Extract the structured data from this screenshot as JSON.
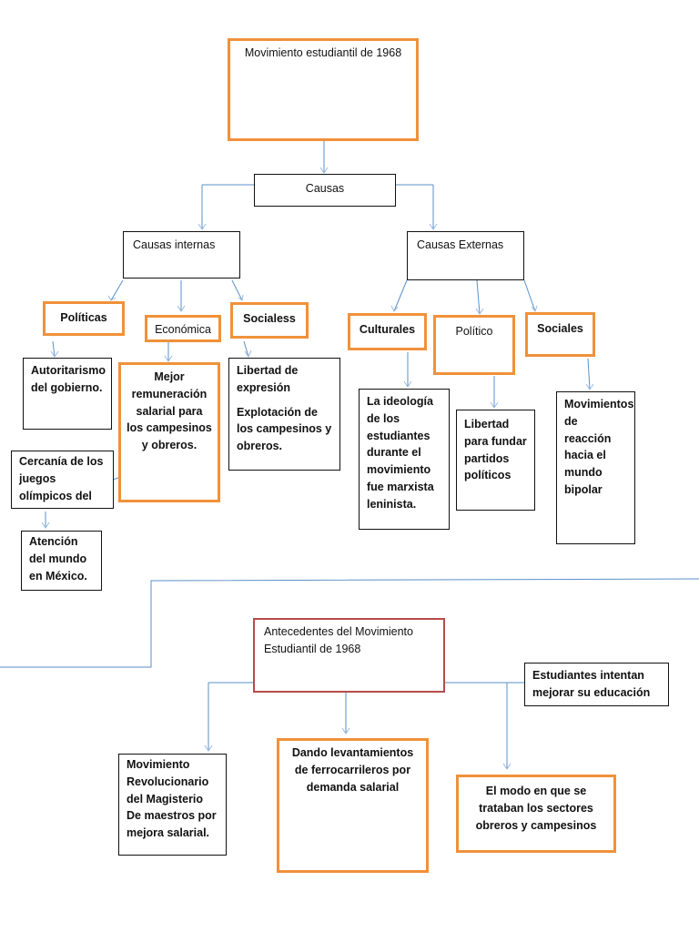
{
  "title": "Movimiento estudiantil de 1968",
  "causas": "Causas",
  "causas_internas": "Causas internas",
  "causas_externas": "Causas Externas",
  "internas": {
    "politicas": "Políticas",
    "economica": "Económica",
    "sociales": "Socialess",
    "autoritarismo": "Autoritarismo del gobierno.",
    "remuneracion": "Mejor remuneración salarial para los campesinos y obreros.",
    "libertad": "Libertad de expresión",
    "explotacion": "Explotación de los campesinos y obreros.",
    "cercania": "Cercanía de los juegos olímpicos del",
    "atencion": "Atención del mundo en México."
  },
  "externas": {
    "culturales": "Culturales",
    "politico": "Político",
    "sociales": "Sociales",
    "ideologia": "La ideología de los estudiantes durante el movimiento fue marxista leninista.",
    "libertad_partidos": "Libertad para fundar partidos políticos",
    "movimientos": "Movimientos de reacción hacia el mundo bipolar"
  },
  "antecedentes": {
    "title": "Antecedentes del Movimiento Estudiantil de 1968",
    "estudiantes": "Estudiantes intentan mejorar su educación",
    "magisterio": "Movimiento Revolucionario del Magisterio De maestros por mejora salarial.",
    "ferrocarrileros": "Dando levantamientos de ferrocarrileros por demanda salarial",
    "modo": "El modo en que se trataban los sectores obreros y campesinos"
  }
}
